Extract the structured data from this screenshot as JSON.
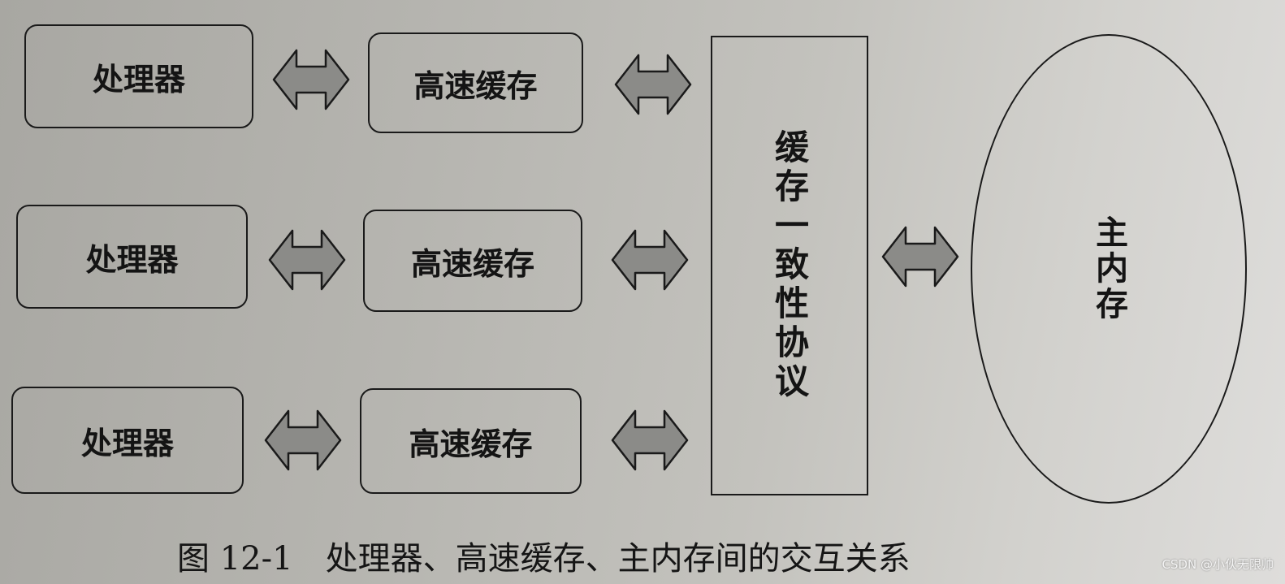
{
  "diagram": {
    "rows": [
      {
        "processor": "处理器",
        "cache": "高速缓存"
      },
      {
        "processor": "处理器",
        "cache": "高速缓存"
      },
      {
        "processor": "处理器",
        "cache": "高速缓存"
      }
    ],
    "protocol_label": "缓存一致性协议",
    "memory_label": "主内存",
    "arrow_color": "#8b8b88"
  },
  "caption": "图 12-1　处理器、高速缓存、主内存间的交互关系",
  "watermark": "CSDN @小伙无限帅"
}
